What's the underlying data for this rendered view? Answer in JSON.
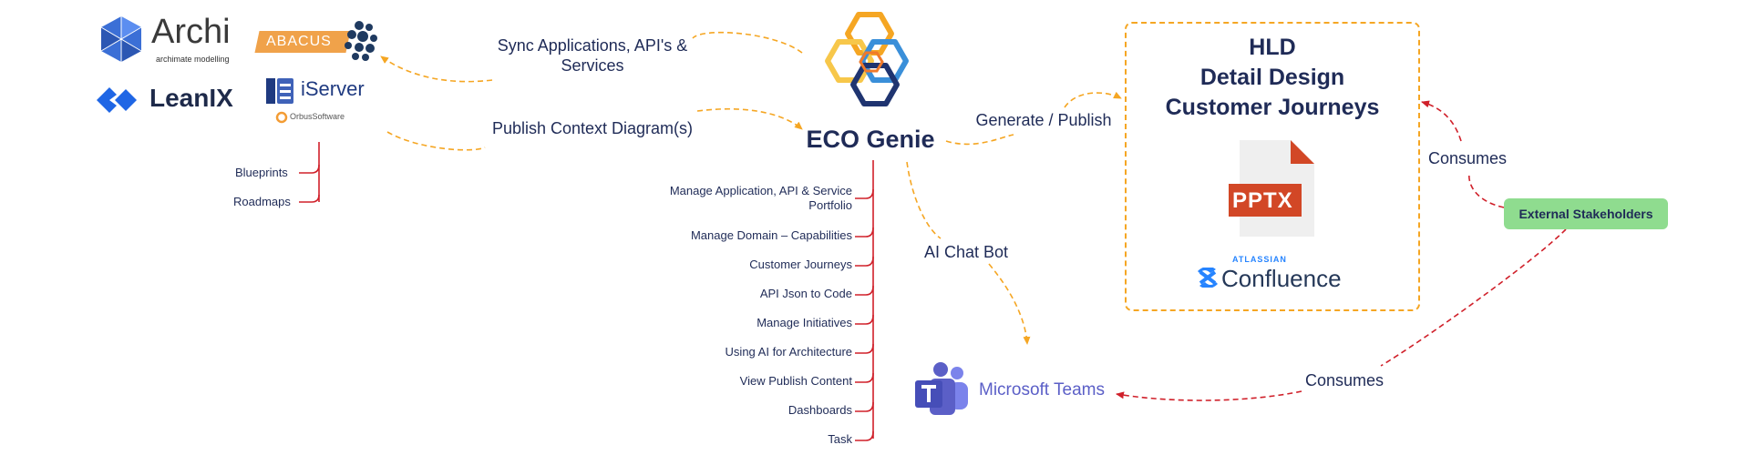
{
  "tools": {
    "archi": {
      "name": "Archi",
      "tagline": "archimate modelling"
    },
    "abacus": {
      "name": "ABACUS"
    },
    "leanix": {
      "name": "LeanIX"
    },
    "iserver": {
      "name": "iServer",
      "vendor": "OrbusSoftware"
    }
  },
  "tool_outputs": [
    "Blueprints",
    "Roadmaps"
  ],
  "edges": {
    "sync": "Sync Applications, API's &\nServices",
    "publish_context": "Publish Context Diagram(s)",
    "generate_publish": "Generate / Publish",
    "ai_chat_bot": "AI Chat Bot",
    "consumes_docs": "Consumes",
    "consumes_teams": "Consumes"
  },
  "eco_genie": {
    "name": "ECO Genie"
  },
  "capabilities": [
    "Manage Application, API & Service\nPortfolio",
    "Manage Domain – Capabilities",
    "Customer Journeys",
    "API Json to Code",
    "Manage Initiatives",
    "Using AI for Architecture",
    "View Publish Content",
    "Dashboards",
    "Task"
  ],
  "documents": {
    "titles": [
      "HLD",
      "Detail Design",
      "Customer Journeys"
    ],
    "pptx": "PPTX",
    "confluence_brand": "ATLASSIAN",
    "confluence_name": "Confluence"
  },
  "teams": {
    "name": "Microsoft Teams"
  },
  "stakeholders": {
    "label": "External Stakeholders"
  },
  "colors": {
    "orange": "#f5a623",
    "red": "#d0202a",
    "navy": "#1f2b57",
    "green_bg": "#8fdc8f",
    "pptx": "#d24726",
    "teams": "#5b5fc7",
    "confluence": "#2684ff",
    "leanix": "#1f66e5",
    "archi": "#3b6fd6"
  }
}
